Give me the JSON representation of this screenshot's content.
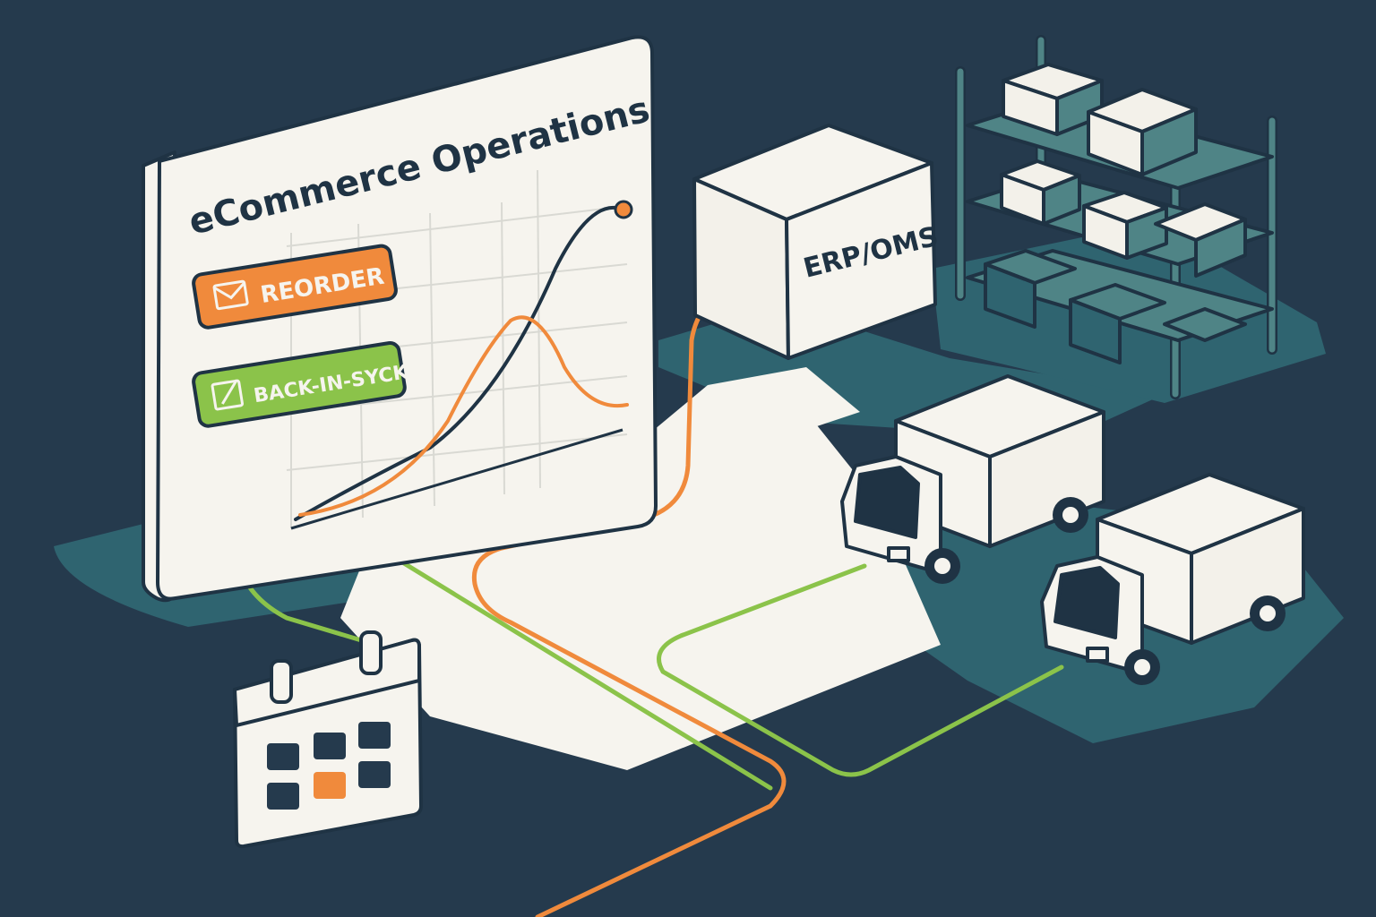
{
  "dashboard": {
    "title": "eCommerce Operations",
    "buttons": [
      {
        "label": "REORDER",
        "icon": "envelope-icon"
      },
      {
        "label": "BACK-IN-SYCK",
        "icon": "edit-note-icon"
      }
    ]
  },
  "erp": {
    "label": "ERP/OMS"
  },
  "icons": {
    "calendar": "calendar-icon",
    "trucks": [
      "delivery-truck-icon",
      "delivery-truck-icon"
    ],
    "warehouse": "warehouse-shelf-icon"
  },
  "colors": {
    "background": "#253a4d",
    "platform": "#2f6470",
    "panel": "#f6f4ee",
    "outline": "#1f3344",
    "orange": "#f08a3c",
    "green": "#8bc34a",
    "box_light": "#f3f1ea",
    "box_teal": "#4f8486"
  }
}
